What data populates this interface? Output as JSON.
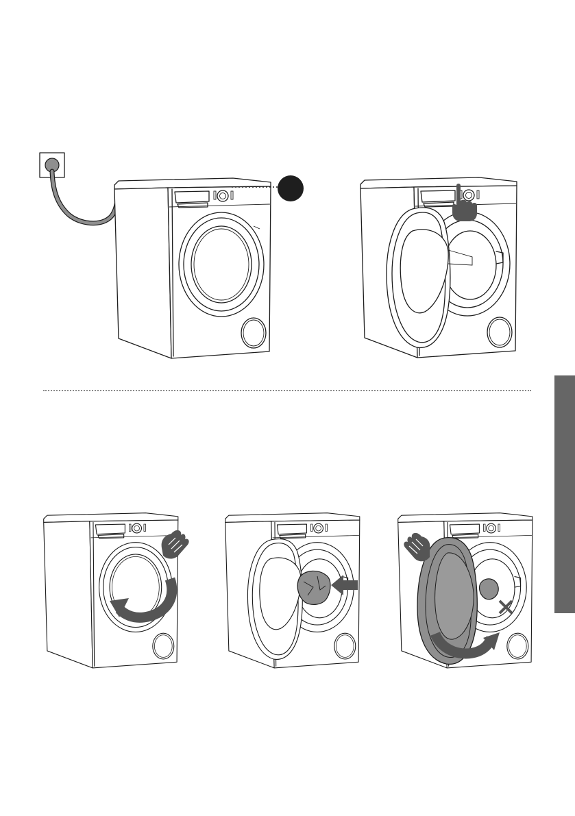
{
  "page": {
    "colors": {
      "line": "#1d1d1d",
      "accent_gray": "#555555",
      "fill_gray": "#8f8f8f",
      "side_tab": "#666666",
      "divider": "#8a8a8a",
      "background": "#ffffff"
    }
  },
  "illustrations": [
    {
      "id": "step-plug-in",
      "icons": [
        "wall-socket-icon",
        "power-cable-icon",
        "washing-machine-icon",
        "power-indicator-icon"
      ]
    },
    {
      "id": "step-press-button",
      "icons": [
        "washing-machine-icon",
        "door-open-icon",
        "pointing-hand-icon"
      ]
    },
    {
      "id": "step-open-door",
      "icons": [
        "washing-machine-icon",
        "hand-icon",
        "rotate-arrow-icon"
      ]
    },
    {
      "id": "step-load-laundry",
      "icons": [
        "washing-machine-icon",
        "laundry-icon",
        "insert-arrow-icon"
      ]
    },
    {
      "id": "step-close-door",
      "icons": [
        "washing-machine-icon",
        "hand-icon",
        "rotate-arrow-icon",
        "cross-mark-icon"
      ]
    }
  ]
}
